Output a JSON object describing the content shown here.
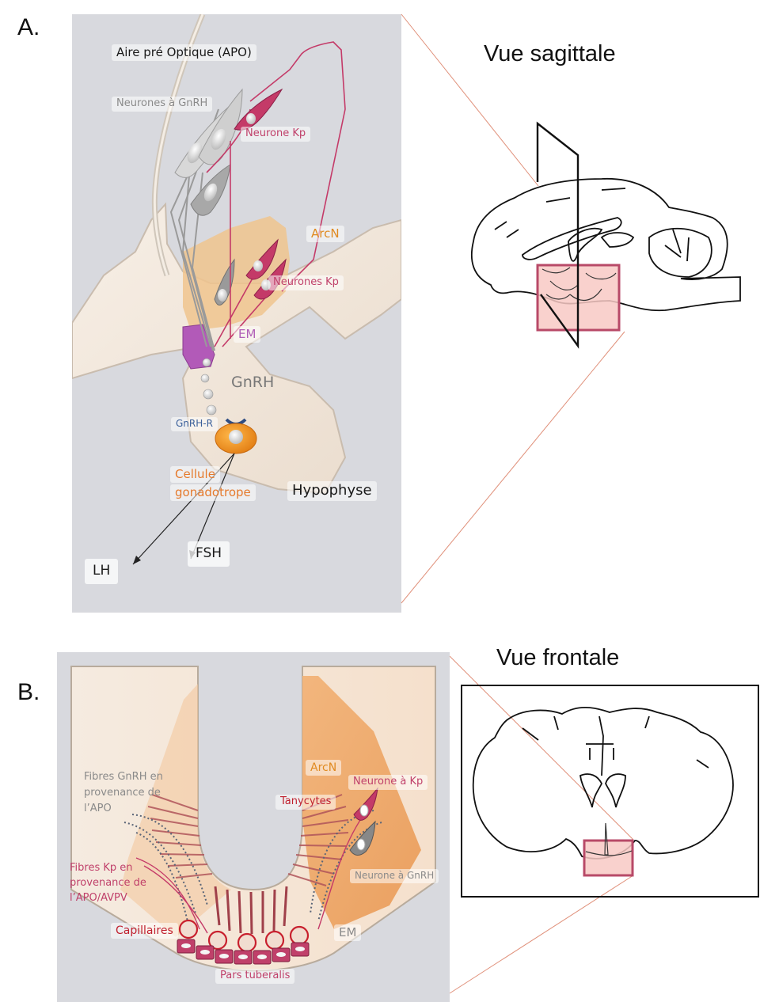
{
  "panel_a": {
    "letter": "A.",
    "view_title": "Vue sagittale",
    "labels": {
      "apo": "Aire pré Optique (APO)",
      "gnrh_neurons": "Neurones à GnRH",
      "kp_neuron": "Neurone Kp",
      "arcn": "ArcN",
      "kp_neurons": "Neurones Kp",
      "em": "EM",
      "gnrh": "GnRH",
      "gnrh_r": "GnRH-R",
      "cell_line1": "Cellule",
      "cell_line2": "gonadotrope",
      "hypophyse": "Hypophyse",
      "lh": "LH",
      "fsh": "FSH"
    }
  },
  "panel_b": {
    "letter": "B.",
    "view_title": "Vue frontale",
    "labels": {
      "fibres_gnrh_1": "Fibres GnRH en",
      "fibres_gnrh_2": "provenance de",
      "fibres_gnrh_3": "l’APO",
      "arcn": "ArcN",
      "neurone_kp": "Neurone à Kp",
      "tanycytes": "Tanycytes",
      "fibres_kp_1": "Fibres Kp en",
      "fibres_kp_2": "provenance de",
      "fibres_kp_3": "l’APO/AVPV",
      "neurone_gnrh": "Neurone à GnRH",
      "capillaires": "Capillaires",
      "em": "EM",
      "pars_tuberalis": "Pars tuberalis"
    }
  },
  "colors": {
    "panel_bg": "#d8d9de",
    "tissue": "#f3e8dc",
    "arcn": "#f0c48e",
    "kp": "#c43a68",
    "em": "#b25ab8",
    "gonadotrope": "#f0901a",
    "highlight_box_fill": "#f8c9c4",
    "highlight_box_stroke": "#b84a68",
    "connector": "#e0907a"
  }
}
